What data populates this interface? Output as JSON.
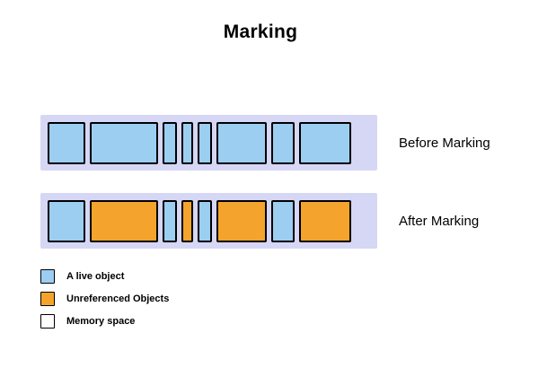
{
  "title": "Marking",
  "colors": {
    "alive": "#9ccef2",
    "unreferenced": "#f4a42c",
    "memory_background": "#d6d6f5",
    "border": "#000000"
  },
  "rows": [
    {
      "label": "Before Marking",
      "blocks": [
        {
          "type": "alive",
          "w": 42
        },
        {
          "type": "alive",
          "w": 76
        },
        {
          "type": "alive",
          "w": 16
        },
        {
          "type": "alive",
          "w": 13
        },
        {
          "type": "alive",
          "w": 16
        },
        {
          "type": "alive",
          "w": 56
        },
        {
          "type": "alive",
          "w": 26
        },
        {
          "type": "alive",
          "w": 58
        }
      ]
    },
    {
      "label": "After Marking",
      "blocks": [
        {
          "type": "alive",
          "w": 42
        },
        {
          "type": "unreferenced",
          "w": 76
        },
        {
          "type": "alive",
          "w": 16
        },
        {
          "type": "unreferenced",
          "w": 13
        },
        {
          "type": "alive",
          "w": 16
        },
        {
          "type": "unreferenced",
          "w": 56
        },
        {
          "type": "alive",
          "w": 26
        },
        {
          "type": "unreferenced",
          "w": 58
        }
      ]
    }
  ],
  "legend": [
    {
      "type": "alive",
      "label": "A live object"
    },
    {
      "type": "unreferenced",
      "label": "Unreferenced Objects"
    },
    {
      "type": "memory",
      "label": "Memory space"
    }
  ]
}
